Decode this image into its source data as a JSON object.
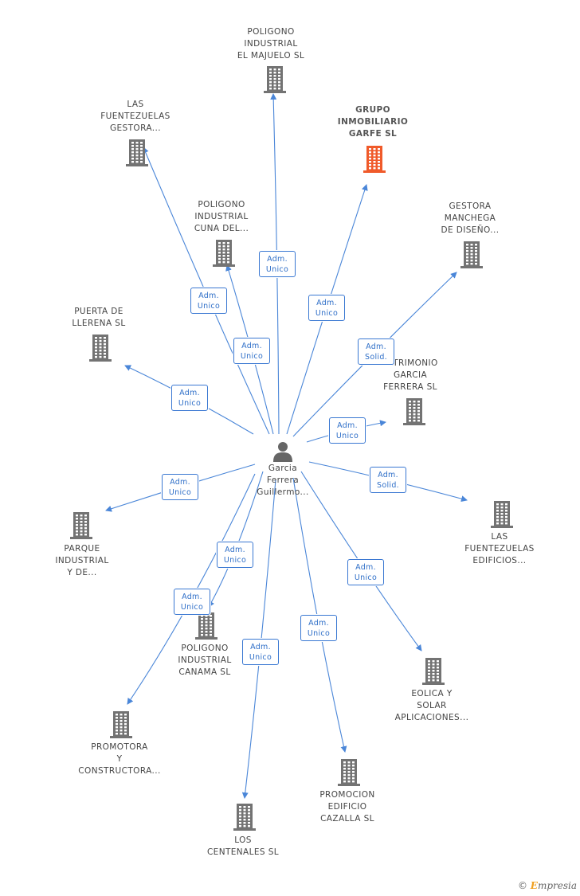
{
  "colors": {
    "edge": "#4a86d8",
    "building": "#737373",
    "highlight": "#f05a2a",
    "rel_text": "#2f6fc8"
  },
  "person": {
    "lines": [
      "Garcia",
      "Ferrera",
      "Guillermo..."
    ],
    "icon": "person-icon"
  },
  "companies": [
    {
      "id": "majuelo",
      "lines": [
        "POLIGONO",
        "INDUSTRIAL",
        "EL MAJUELO SL"
      ],
      "highlight": false
    },
    {
      "id": "grupo",
      "lines": [
        "GRUPO",
        "INMOBILIARIO",
        "GARFE SL"
      ],
      "highlight": true
    },
    {
      "id": "lasfuentezuelas-gestora",
      "lines": [
        "LAS",
        "FUENTEZUELAS",
        "GESTORA..."
      ],
      "highlight": false
    },
    {
      "id": "cuna",
      "lines": [
        "POLIGONO",
        "INDUSTRIAL",
        "CUNA DEL..."
      ],
      "highlight": false
    },
    {
      "id": "gestora-manchega",
      "lines": [
        "GESTORA",
        "MANCHEGA",
        "DE DISEÑO..."
      ],
      "highlight": false
    },
    {
      "id": "puerta",
      "lines": [
        "PUERTA DE",
        "LLERENA SL"
      ],
      "highlight": false
    },
    {
      "id": "patrimonio",
      "lines": [
        "PATRIMONIO",
        "GARCIA",
        "FERRERA SL"
      ],
      "highlight": false
    },
    {
      "id": "parque",
      "lines": [
        "PARQUE",
        "INDUSTRIAL",
        "Y DE..."
      ],
      "highlight": false
    },
    {
      "id": "lasfuentezuelas-edificios",
      "lines": [
        "LAS",
        "FUENTEZUELAS",
        "EDIFICIOS..."
      ],
      "highlight": false
    },
    {
      "id": "canama",
      "lines": [
        "POLIGONO",
        "INDUSTRIAL",
        "CANAMA SL"
      ],
      "highlight": false
    },
    {
      "id": "eolica",
      "lines": [
        "EOLICA Y",
        "SOLAR",
        "APLICACIONES..."
      ],
      "highlight": false
    },
    {
      "id": "promotora",
      "lines": [
        "PROMOTORA",
        "Y",
        "CONSTRUCTORA..."
      ],
      "highlight": false
    },
    {
      "id": "promocion",
      "lines": [
        "PROMOCION",
        "EDIFICIO",
        "CAZALLA SL"
      ],
      "highlight": false
    },
    {
      "id": "centenales",
      "lines": [
        "LOS",
        "CENTENALES SL"
      ],
      "highlight": false
    }
  ],
  "relations": [
    {
      "target": "majuelo",
      "lines": [
        "Adm.",
        "Unico"
      ]
    },
    {
      "target": "grupo",
      "lines": [
        "Adm.",
        "Unico"
      ]
    },
    {
      "target": "lasfuentezuelas-gestora",
      "lines": [
        "Adm.",
        "Unico"
      ]
    },
    {
      "target": "cuna",
      "lines": [
        "Adm.",
        "Unico"
      ]
    },
    {
      "target": "gestora-manchega",
      "lines": [
        "Adm.",
        "Solid."
      ]
    },
    {
      "target": "puerta",
      "lines": [
        "Adm.",
        "Unico"
      ]
    },
    {
      "target": "patrimonio",
      "lines": [
        "Adm.",
        "Unico"
      ]
    },
    {
      "target": "parque",
      "lines": [
        "Adm.",
        "Unico"
      ]
    },
    {
      "target": "lasfuentezuelas-edificios",
      "lines": [
        "Adm.",
        "Solid."
      ]
    },
    {
      "target": "canama",
      "lines": [
        "Adm.",
        "Unico"
      ]
    },
    {
      "target": "eolica",
      "lines": [
        "Adm.",
        "Unico"
      ]
    },
    {
      "target": "promotora",
      "lines": [
        "Adm.",
        "Unico"
      ]
    },
    {
      "target": "promocion",
      "lines": [
        "Adm.",
        "Unico"
      ]
    },
    {
      "target": "centenales",
      "lines": [
        "Adm.",
        "Unico"
      ]
    }
  ],
  "watermark": {
    "copyright": "©",
    "brand_first": "E",
    "brand_rest": "mpresia"
  }
}
